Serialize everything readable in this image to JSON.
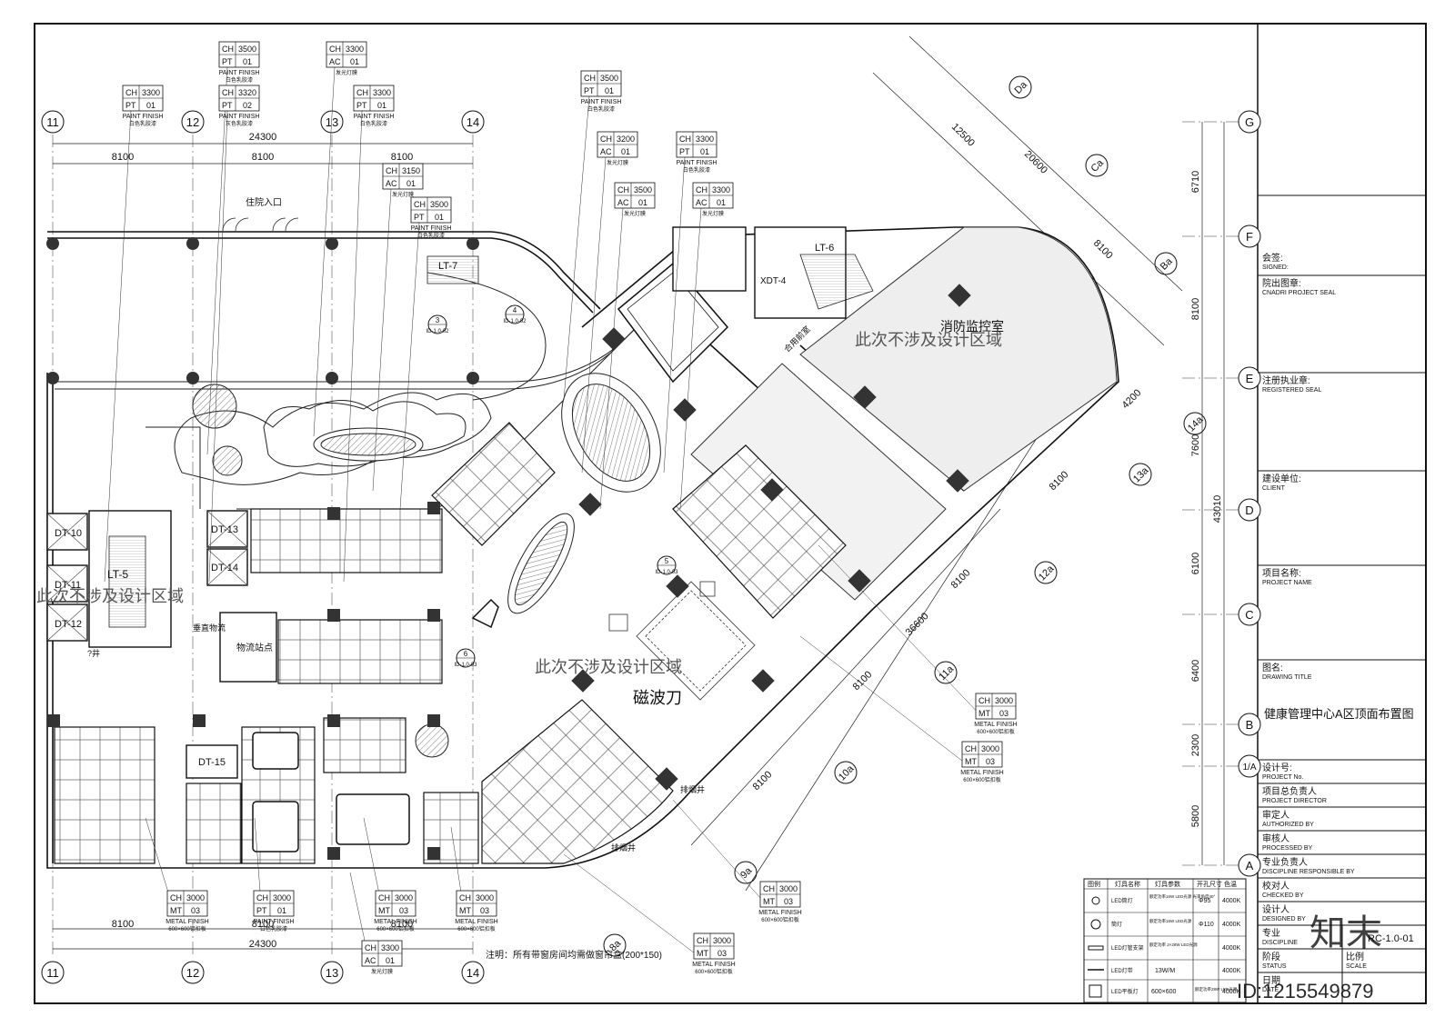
{
  "grid": {
    "cols_numbers": [
      "11",
      "12",
      "13",
      "14"
    ],
    "rows_letters": [
      "G",
      "F",
      "E",
      "D",
      "C",
      "B",
      "1/A",
      "A"
    ],
    "diag_axes": [
      "Da",
      "Ca",
      "Ba",
      "14a",
      "13a",
      "12a",
      "11a",
      "10a",
      "9a",
      "8a"
    ],
    "top_dims": {
      "total": "24300",
      "bays": [
        "8100",
        "8100",
        "8100"
      ]
    },
    "bottom_dims": {
      "total": "24300",
      "bays": [
        "8100",
        "8100",
        "8100"
      ]
    },
    "right_dims": {
      "total": "43010",
      "bays": [
        "6710",
        "8100",
        "7600",
        "6100",
        "6400",
        "2300",
        "5800"
      ]
    },
    "diag_dims": [
      "12500",
      "20600",
      "8100",
      "4200",
      "8100",
      "8100",
      "36600",
      "8100",
      "8100"
    ]
  },
  "tags": [
    {
      "ch": "3500",
      "code": "PT",
      "num": "01",
      "title": "PAINT FINISH",
      "note": "白色乳胶漆"
    },
    {
      "ch": "3300",
      "code": "AC",
      "num": "01",
      "title": "",
      "note": "发光灯膜"
    },
    {
      "ch": "3300",
      "code": "PT",
      "num": "01",
      "title": "PAINT FINISH",
      "note": "白色乳胶漆"
    },
    {
      "ch": "3320",
      "code": "PT",
      "num": "02",
      "title": "PAINT FINISH",
      "note": "灰色乳胶漆"
    },
    {
      "ch": "3300",
      "code": "PT",
      "num": "01",
      "title": "PAINT FINISH",
      "note": "白色乳胶漆"
    },
    {
      "ch": "3150",
      "code": "AC",
      "num": "01",
      "title": "",
      "note": "发光灯膜"
    },
    {
      "ch": "3500",
      "code": "PT",
      "num": "01",
      "title": "PAINT FINISH",
      "note": "白色乳胶漆"
    },
    {
      "ch": "3500",
      "code": "PT",
      "num": "01",
      "title": "PAINT FINISH",
      "note": "白色乳胶漆"
    },
    {
      "ch": "3200",
      "code": "AC",
      "num": "01",
      "title": "",
      "note": "发光灯膜"
    },
    {
      "ch": "3300",
      "code": "PT",
      "num": "01",
      "title": "PAINT FINISH",
      "note": "白色乳胶漆"
    },
    {
      "ch": "3500",
      "code": "AC",
      "num": "01",
      "title": "",
      "note": "发光灯膜"
    },
    {
      "ch": "3300",
      "code": "AC",
      "num": "01",
      "title": "",
      "note": "发光灯膜"
    },
    {
      "ch": "3000",
      "code": "MT",
      "num": "03",
      "title": "METAL FINISH",
      "note": "600×600铝扣板"
    },
    {
      "ch": "3000",
      "code": "MT",
      "num": "03",
      "title": "METAL FINISH",
      "note": "600×600铝扣板"
    },
    {
      "ch": "3000",
      "code": "MT",
      "num": "03",
      "title": "METAL FINISH",
      "note": "600×600铝扣板"
    },
    {
      "ch": "3000",
      "code": "MT",
      "num": "03",
      "title": "METAL FINISH",
      "note": "600×600铝扣板"
    },
    {
      "ch": "3000",
      "code": "PT",
      "num": "01",
      "title": "PAINT FINISH",
      "note": "白色乳胶漆"
    },
    {
      "ch": "3000",
      "code": "MT",
      "num": "03",
      "title": "METAL FINISH",
      "note": "600×600铝扣板"
    },
    {
      "ch": "3000",
      "code": "MT",
      "num": "03",
      "title": "METAL FINISH",
      "note": "600×600铝扣板"
    },
    {
      "ch": "3000",
      "code": "MT",
      "num": "03",
      "title": "METAL FINISH",
      "note": "600×600铝扣板"
    },
    {
      "ch": "3300",
      "code": "AC",
      "num": "01",
      "title": "",
      "note": "发光灯膜"
    }
  ],
  "rooms": {
    "entrance": "住院入口",
    "lt7": "LT-7",
    "lt6": "LT-6",
    "lt5": "LT-5",
    "xdt4": "XDT-4",
    "dt10": "DT-10",
    "dt11": "DT-11",
    "dt12": "DT-12",
    "dt13": "DT-13",
    "dt14": "DT-14",
    "dt15": "DT-15",
    "logistics": "物流站点",
    "vertical_logistics": "垂直物流",
    "fire_control": "消防监控室",
    "magnetic": "磁波刀",
    "smoke_shaft": "排烟井",
    "smoke_shaft2": "排烟井",
    "shared_room": "合用前室",
    "well": "?井",
    "exclude_1": "此次不涉及设计区域",
    "exclude_2": "此次不涉及设计区域",
    "exclude_3": "此次不涉及设计区域"
  },
  "sections": [
    {
      "num": "3",
      "ref": "ID-1.0-02"
    },
    {
      "num": "4",
      "ref": "ID-1.0-02"
    },
    {
      "num": "5",
      "ref": "ID-1.0-03"
    },
    {
      "num": "6",
      "ref": "ID-1.0-03"
    }
  ],
  "note": "注明：所有带窗房间均需做窗帘盒(200*150)",
  "legend": {
    "headers": [
      "图例",
      "灯具名称",
      "灯具参数",
      "开孔尺寸",
      "色温"
    ],
    "rows": [
      {
        "name": "LED筒灯",
        "spec": "额定功率16W LED光源 光束角度40°",
        "hole": "Φ95",
        "cct": "4000K"
      },
      {
        "name": "筒灯",
        "spec": "额定功率16W LED光源",
        "hole": "Φ110",
        "cct": "4000K"
      },
      {
        "name": "LED灯管支架",
        "spec": "额定功率 2×28W LED光源",
        "hole": "",
        "cct": "4000K"
      },
      {
        "name": "LED灯带",
        "spec": "13W/M",
        "hole": "",
        "cct": "4000K"
      },
      {
        "name": "LED平板灯",
        "spec": "600×600",
        "hole": "额定功率28W LED光源",
        "cct": "4000K"
      }
    ]
  },
  "title_block": {
    "signed_cn": "会签:",
    "signed_en": "SIGNED:",
    "seal_cn": "院出图章:",
    "seal_en": "CNADRI PROJECT SEAL",
    "reg_cn": "注册执业章:",
    "reg_en": "REGISTERED SEAL",
    "client_cn": "建设单位:",
    "client_en": "CLIENT",
    "project_cn": "项目名称:",
    "project_en": "PROJECT NAME",
    "drawing_cn": "图名:",
    "drawing_en": "DRAWING TITLE",
    "drawing_title": "健康管理中心A区顶面布置图",
    "pno_cn": "设计号:",
    "pno_en": "PROJECT No.",
    "director_cn": "项目总负责人",
    "director_en": "PROJECT DIRECTOR",
    "auth_cn": "审定人",
    "auth_en": "AUTHORIZED BY",
    "proc_cn": "审核人",
    "proc_en": "PROCESSED BY",
    "disc_cn": "专业负责人",
    "disc_en": "DISCIPLINE RESPONSIBLE BY",
    "check_cn": "校对人",
    "check_en": "CHECKED BY",
    "design_cn": "设计人",
    "design_en": "DESIGNED BY",
    "spec_cn": "专业",
    "spec_en": "DISCIPLINE",
    "dwgno": "RC-1.0-01",
    "stage_cn": "阶段",
    "stage_en": "STATUS",
    "scale_cn": "比例",
    "scale_en": "SCALE",
    "date_cn": "日期",
    "date_en": "DATE"
  },
  "watermark": {
    "logo": "知末",
    "id": "ID:1215549879"
  }
}
